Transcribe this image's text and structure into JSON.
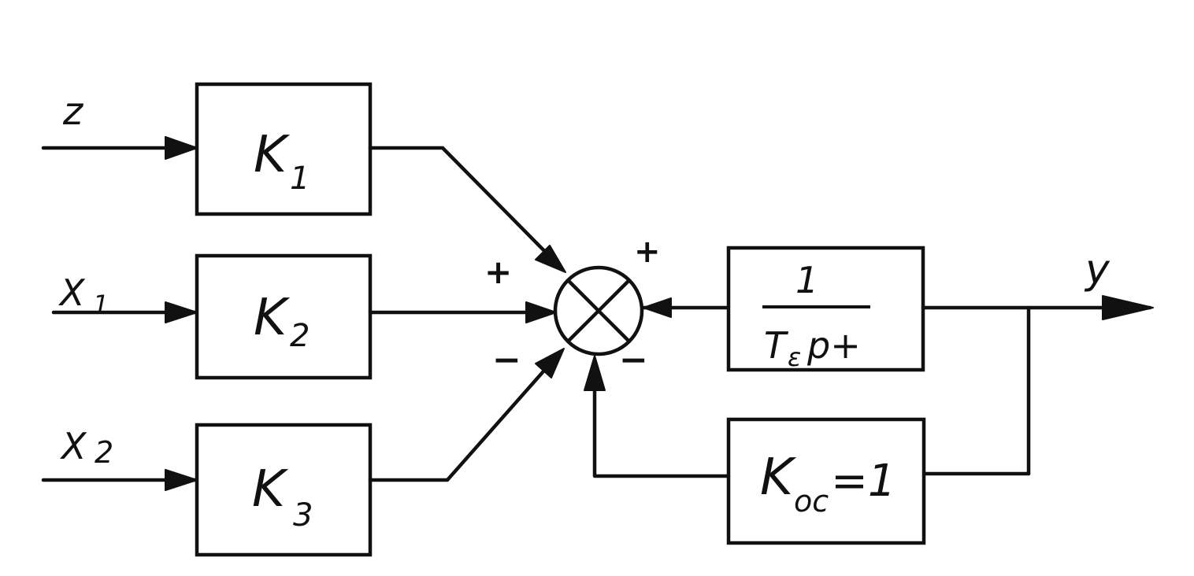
{
  "inputs": {
    "z": "z",
    "x1": "X",
    "x1_sub": "1",
    "x2": "X",
    "x2_sub": "2"
  },
  "output": {
    "y": "y"
  },
  "blocks": {
    "k1": {
      "main": "K",
      "sub": "1"
    },
    "k2": {
      "main": "K",
      "sub": "2"
    },
    "k3": {
      "main": "K",
      "sub": "3"
    },
    "plant": {
      "numerator": "1",
      "den_main": "T",
      "den_sub": "ε",
      "den_rest": "p+"
    },
    "feedback": {
      "main": "K",
      "sub": "oc",
      "rest": "=1"
    }
  },
  "summing_junction": {
    "sign_k2": "+",
    "sign_plant": "+",
    "sign_k3": "−",
    "sign_feedback": "−"
  }
}
